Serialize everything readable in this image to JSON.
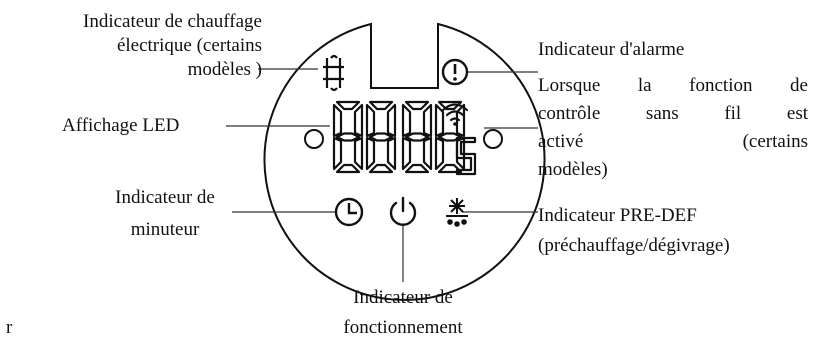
{
  "labels": {
    "chauffage": [
      "Indicateur de chauffage",
      "électrique (certains",
      "modèles )"
    ],
    "led": "Affichage LED",
    "minuteur": [
      "Indicateur de",
      "minuteur"
    ],
    "alarme": "Indicateur d'alarme",
    "sans_fil": [
      "Lorsque la fonction de",
      "contrôle sans fil est",
      "activé (certains",
      "modèles)"
    ],
    "predef": [
      "Indicateur PRE-DEF",
      "(préchauffage/dégivrage)"
    ],
    "fonctionnement": [
      "Indicateur de",
      "fonctionnement"
    ],
    "edge_fragment": "r"
  },
  "display": {
    "digits": [
      "88",
      "88"
    ],
    "small_digit": "5"
  },
  "icons": [
    "heater-icon",
    "alarm-icon",
    "wifi-icon",
    "timer-icon",
    "power-icon",
    "defrost-icon"
  ],
  "colors": {
    "ink": "#111111",
    "line": "#333333",
    "background": "#ffffff"
  }
}
